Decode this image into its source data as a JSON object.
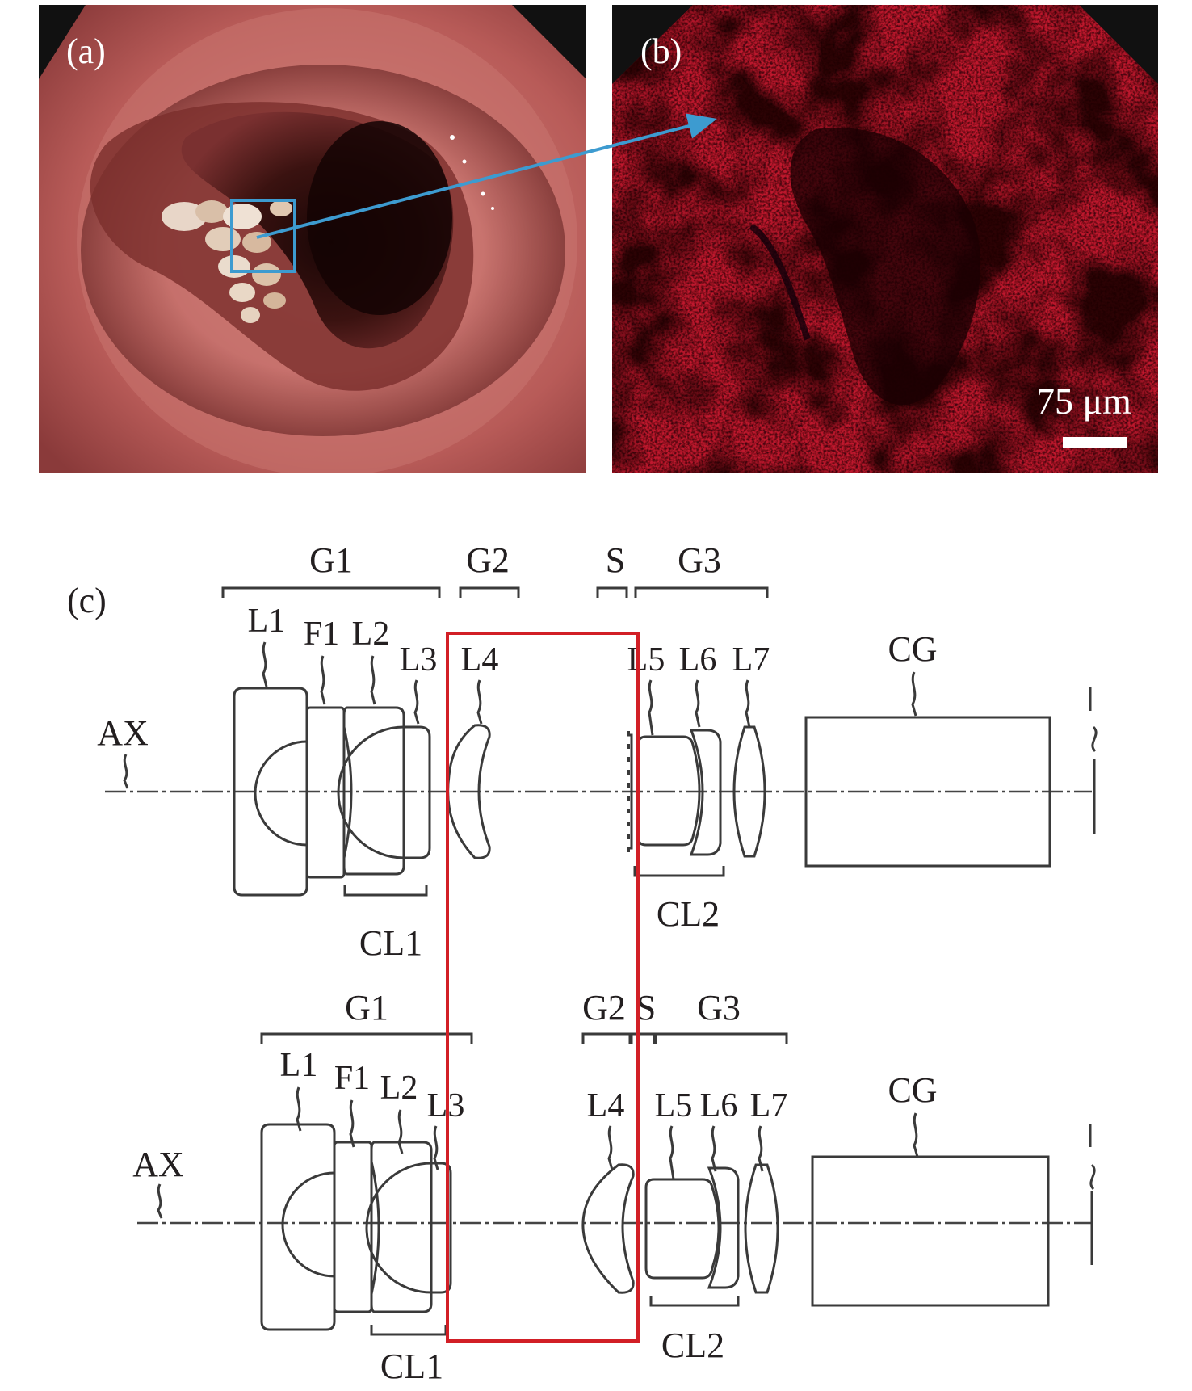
{
  "panels": {
    "a": {
      "label": "(a)"
    },
    "b": {
      "label": "(b)",
      "scale_bar": "75 μm"
    },
    "c": {
      "label": "(c)"
    }
  },
  "diagram_top": {
    "groups": [
      "G1",
      "G2",
      "S",
      "G3"
    ],
    "lenses": [
      "L1",
      "F1",
      "L2",
      "L3",
      "L4",
      "L5",
      "L6",
      "L7",
      "CG"
    ],
    "axis": "AX",
    "cemented": [
      "CL1",
      "CL2"
    ]
  },
  "diagram_bottom": {
    "groups": [
      "G1",
      "G2",
      "S",
      "G3"
    ],
    "lenses": [
      "L1",
      "F1",
      "L2",
      "L3",
      "L4",
      "L5",
      "L6",
      "L7",
      "CG"
    ],
    "axis": "AX",
    "cemented": [
      "CL1",
      "CL2"
    ]
  },
  "colors": {
    "arrow": "#3d9bd0",
    "highlight_box": "#d21f26",
    "line_art": "#3a3a3a"
  }
}
